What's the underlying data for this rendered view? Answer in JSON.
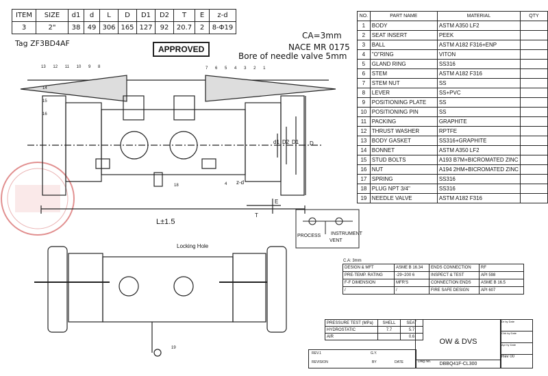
{
  "spec_table": {
    "headers": [
      "ITEM",
      "SIZE",
      "d1",
      "d",
      "L",
      "D",
      "D1",
      "D2",
      "T",
      "E",
      "z-d"
    ],
    "row": [
      "3",
      "2\"",
      "38",
      "49",
      "306",
      "165",
      "127",
      "92",
      "20.7",
      "2",
      "8-Φ19"
    ]
  },
  "tag": "Tag   ZF3BD4AF",
  "stamp": "APPROVED",
  "notes": {
    "ca": "CA=3mm",
    "nace": "NACE MR 0175",
    "bore": "Bore of needle valve 5mm"
  },
  "parts_table": {
    "headers": [
      "NO.",
      "PART NAME",
      "MATERIAL",
      "QTY"
    ],
    "rows": [
      [
        "1",
        "BODY",
        "ASTM A350 LF2"
      ],
      [
        "2",
        "SEAT INSERT",
        "PEEK"
      ],
      [
        "3",
        "BALL",
        "ASTM A182 F316+ENP"
      ],
      [
        "4",
        "\"O\"RING",
        "VITON"
      ],
      [
        "5",
        "GLAND RING",
        "SS316"
      ],
      [
        "6",
        "STEM",
        "ASTM A182 F316"
      ],
      [
        "7",
        "STEM NUT",
        "SS"
      ],
      [
        "8",
        "LEVER",
        "SS+PVC"
      ],
      [
        "9",
        "POSITIONING PLATE",
        "SS"
      ],
      [
        "10",
        "POSITIONING PIN",
        "SS"
      ],
      [
        "11",
        "PACKING",
        "GRAPHITE"
      ],
      [
        "12",
        "THRUST WASHER",
        "RPTFE"
      ],
      [
        "13",
        "BODY GASKET",
        "SS316+GRAPHITE"
      ],
      [
        "14",
        "BONNET",
        "ASTM A350 LF2"
      ],
      [
        "15",
        "STUD BOLTS",
        "A193 B7M+BICROMATED ZINC"
      ],
      [
        "16",
        "NUT",
        "A194 2HM+BICROMATED ZINC"
      ],
      [
        "17",
        "SPRING",
        "SS316"
      ],
      [
        "18",
        "PLUG NPT 3/4\"",
        "SS316"
      ],
      [
        "19",
        "NEEDLE VALVE",
        "ASTM A182 F316"
      ]
    ]
  },
  "drawing_labels": {
    "l": "L±1.5",
    "locking": "Locking Hole",
    "process": "PROCESS",
    "instrument": "INSTRUMENT",
    "vent": "VENT",
    "d1": "d1",
    "d2": "D2",
    "d1u": "D1",
    "D": "D",
    "T": "T",
    "E": "E",
    "zd": "z-d",
    "callouts_left": [
      "13",
      "12",
      "11",
      "10",
      "9",
      "8"
    ],
    "callouts_right": [
      "7",
      "6",
      "5",
      "4",
      "3",
      "2",
      "1"
    ],
    "c14": "14",
    "c15": "15",
    "c16": "16",
    "c18": "18",
    "c4": "4",
    "c19": "19"
  },
  "ca_label": "C.A: 3mm",
  "std_table": [
    [
      "DESIGN & MFT",
      "ASME B 16.34",
      "ENDS CONNECTION",
      "RF"
    ],
    [
      "PRE-TEMP. RATING",
      "-29~200 6",
      "INSPECT & TEST",
      "API 598"
    ],
    [
      "F-F DIMENSION",
      "MFR'S",
      "CONNECTION ENDS",
      "ASME B 16.5"
    ],
    [
      "/",
      "/",
      "FIRE SAFE DESIGN",
      "API 607"
    ]
  ],
  "pressure_table": {
    "headers": [
      "PRESSURE TEST (MPa)",
      "SHELL",
      "SEAT"
    ],
    "rows": [
      [
        "HYDROSTATIC",
        "7.7",
        "5.7"
      ],
      [
        "AIR",
        "",
        "0.6"
      ]
    ]
  },
  "title_block": {
    "company": "OW & DVS",
    "drawing_no": "DBBQ41F-CL300",
    "rev_no": "00"
  },
  "revision": {
    "rev": "REV.1",
    "gy": "G.Y.",
    "revision": "REVISION",
    "by": "BY",
    "date": "DATE",
    "dwg": "Dwg No."
  },
  "signs": [
    "Dr by  Date",
    "Chk by  Date",
    "Apr by  Date",
    "Rev"
  ]
}
